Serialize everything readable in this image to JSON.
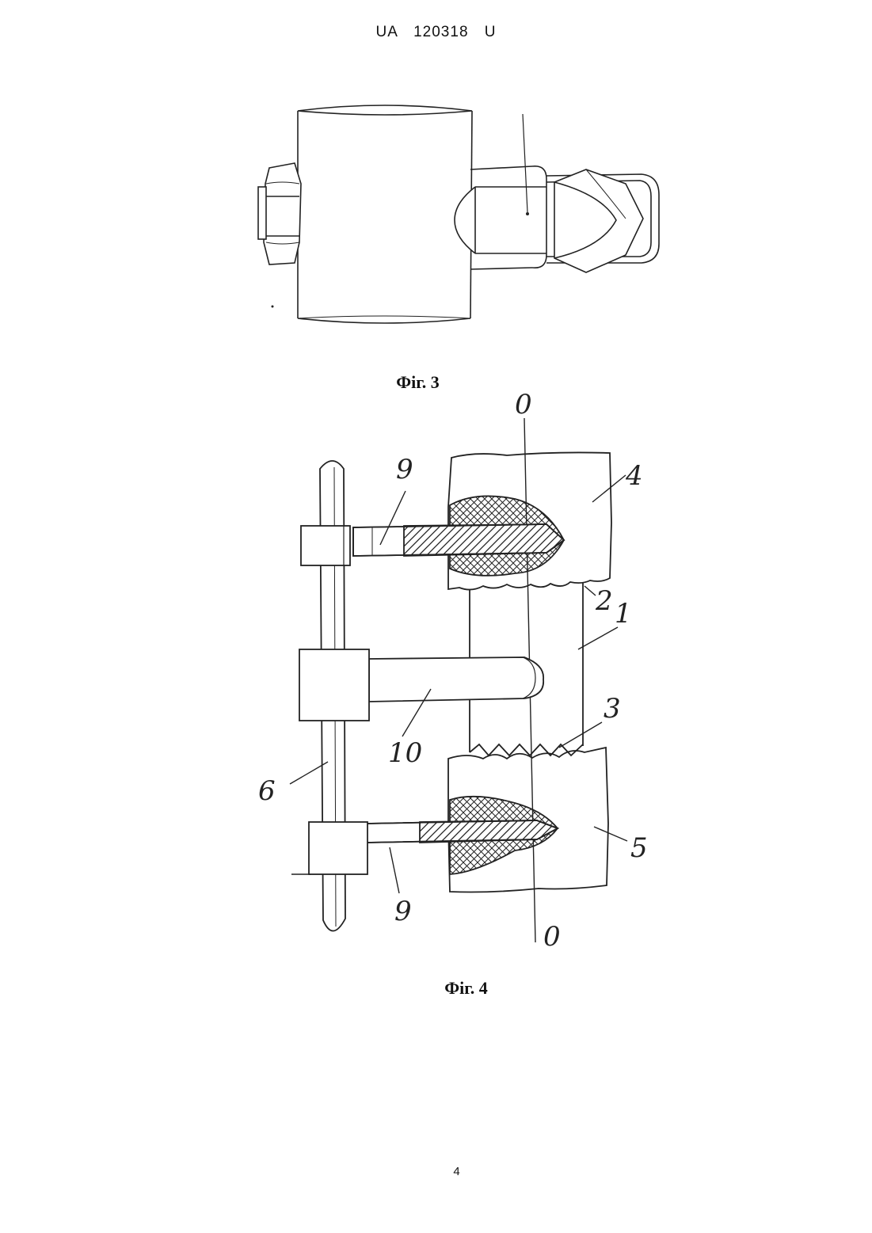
{
  "header": {
    "doc_id": "UA   120318   U"
  },
  "figure3": {
    "caption": "Фіг. 3"
  },
  "figure4": {
    "caption": "Фіг. 4",
    "labels": {
      "axis_top": "0",
      "axis_bottom": "0",
      "l1": "1",
      "l2": "2",
      "l3": "3",
      "l4": "4",
      "l5": "5",
      "l6": "6",
      "l9_top": "9",
      "l9_bottom": "9",
      "l10": "10"
    }
  },
  "footer": {
    "page_number": "4"
  }
}
